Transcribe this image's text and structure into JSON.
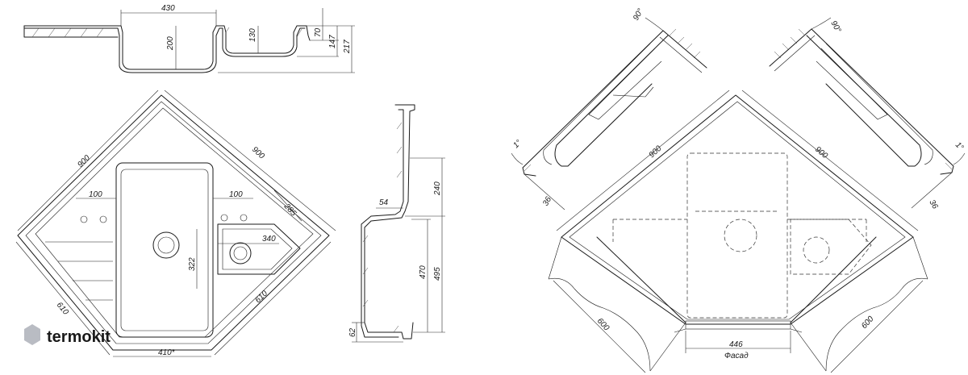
{
  "dimensions": {
    "top_width": "430",
    "bowl_depth": "200",
    "small_bowl_depth": "130",
    "rim_70": "70",
    "rim_147": "147",
    "total_217": "217",
    "side_900_a": "900",
    "side_900_b": "900",
    "offset_100_a": "100",
    "offset_100_b": "100",
    "offset_285": "285",
    "small_bowl_340": "340",
    "big_bowl_322": "322",
    "side_610_a": "610",
    "side_610_b": "610",
    "front_410": "410*",
    "profile_240": "240",
    "profile_54": "54",
    "profile_470": "470",
    "profile_495": "495",
    "profile_62": "62",
    "angle_90_a": "90°",
    "angle_90_b": "90°",
    "angle_1_a": "1°",
    "angle_1_b": "1°",
    "gap_36_a": "36",
    "gap_36_b": "36",
    "cab_900_a": "900",
    "cab_900_b": "900",
    "cab_600_a": "600",
    "cab_600_b": "600",
    "facade_446": "446",
    "facade_label": "Фасад"
  },
  "watermark": {
    "text": "termokit",
    "color": "#b9bcc3"
  }
}
